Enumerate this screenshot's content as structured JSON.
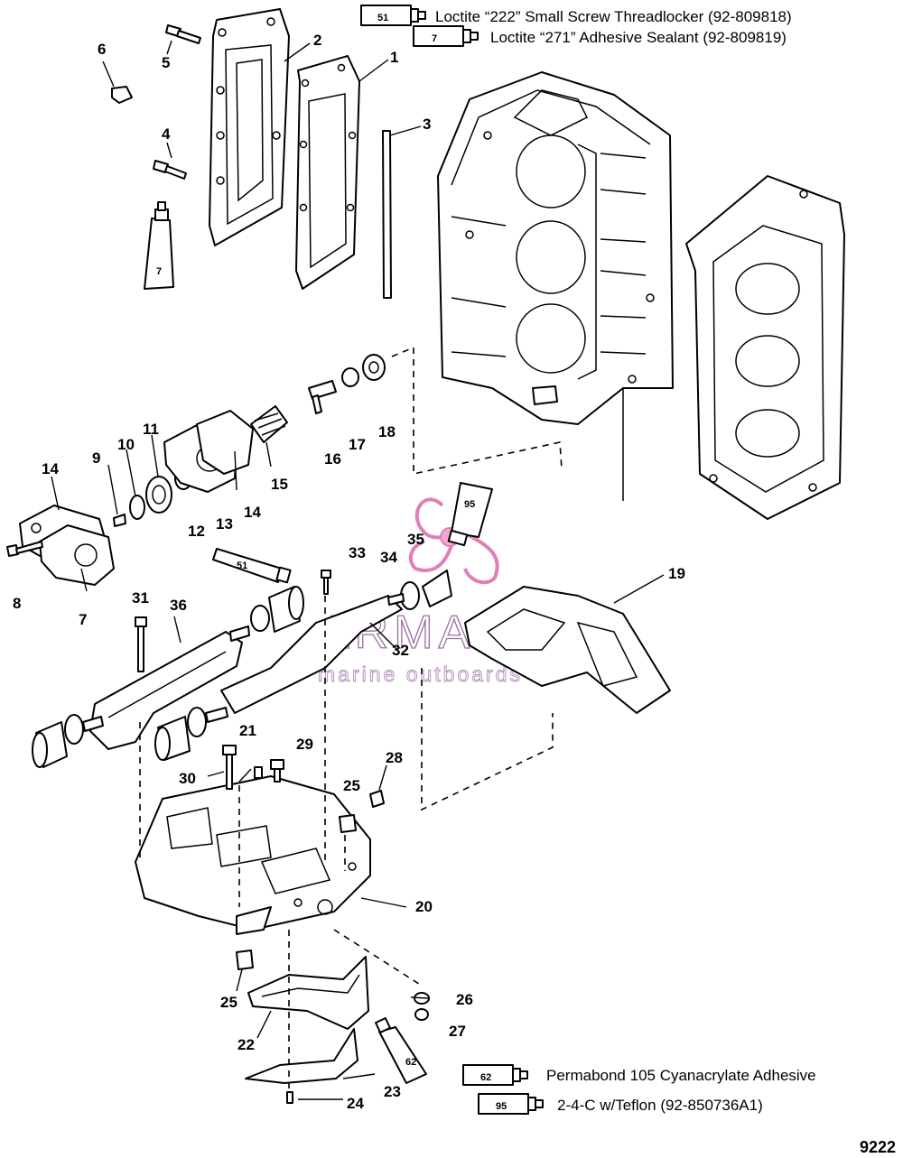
{
  "figure_number": "9222",
  "watermark": {
    "brand": "ARMADA",
    "tagline": "marine outboards"
  },
  "legend": {
    "top": [
      {
        "tube": "51",
        "text": "Loctite “222” Small Screw Threadlocker  (92-809818)"
      },
      {
        "tube": "7",
        "text": "Loctite “271” Adhesive Sealant (92-809819)"
      }
    ],
    "bottom": [
      {
        "tube": "62",
        "text": "Permabond 105 Cyanacrylate Adhesive"
      },
      {
        "tube": "95",
        "text": "2-4-C w/Teflon (92-850736A1)"
      }
    ]
  },
  "tube_callouts": [
    "7",
    "51",
    "95",
    "62"
  ],
  "part_labels": [
    "1",
    "2",
    "3",
    "4",
    "5",
    "6",
    "7",
    "8",
    "9",
    "10",
    "11",
    "12",
    "13",
    "14",
    "14",
    "15",
    "16",
    "17",
    "18",
    "19",
    "20",
    "21",
    "22",
    "23",
    "24",
    "25",
    "25",
    "26",
    "27",
    "28",
    "29",
    "30",
    "31",
    "32",
    "33",
    "34",
    "35",
    "36"
  ]
}
